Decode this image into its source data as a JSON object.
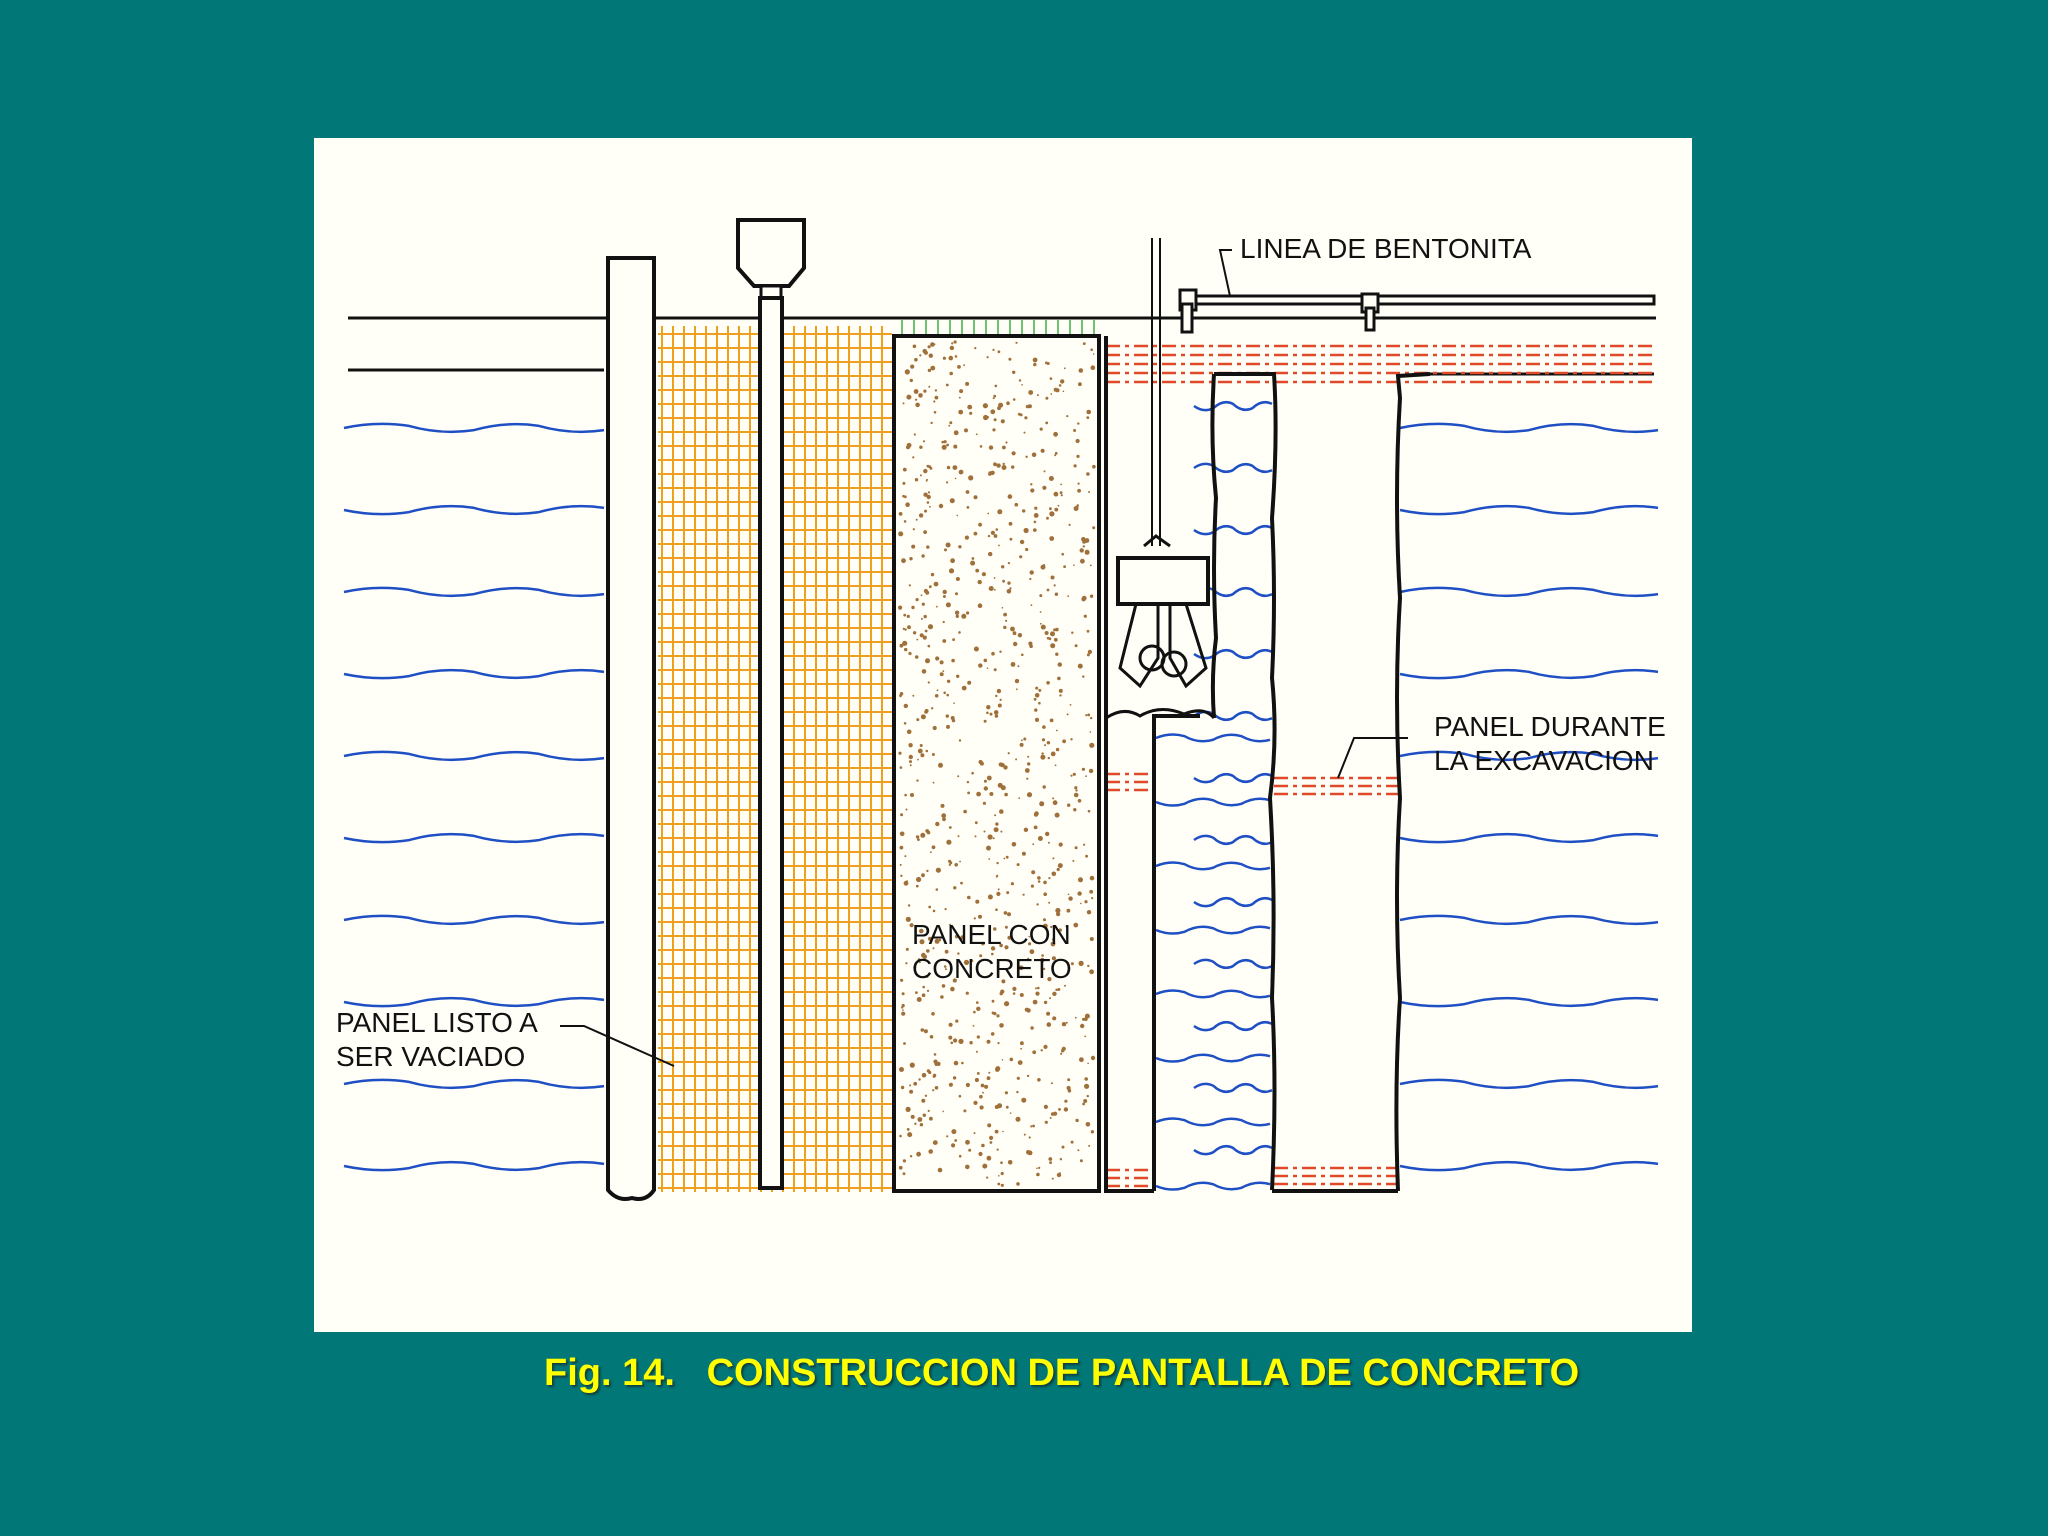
{
  "figure": {
    "labels": {
      "bentonite_line": "LINEA DE BENTONITA",
      "panel_excavation_1": "PANEL DURANTE",
      "panel_excavation_2": "LA EXCAVACION",
      "panel_concrete_1": "PANEL CON",
      "panel_concrete_2": "CONCRETO",
      "panel_ready_1": "PANEL LISTO A",
      "panel_ready_2": "SER VACIADO"
    },
    "caption": "Fig. 14.   CONSTRUCCION DE PANTALLA DE CONCRETO"
  },
  "colors": {
    "background": "#027777",
    "panel": "#fffef7",
    "caption": "#ffff00",
    "soil_lines": "#1f4fc4",
    "rebar_cage": "#f0a020",
    "bentonite": "#e04a28",
    "concrete_speckle": "#a0703a"
  }
}
